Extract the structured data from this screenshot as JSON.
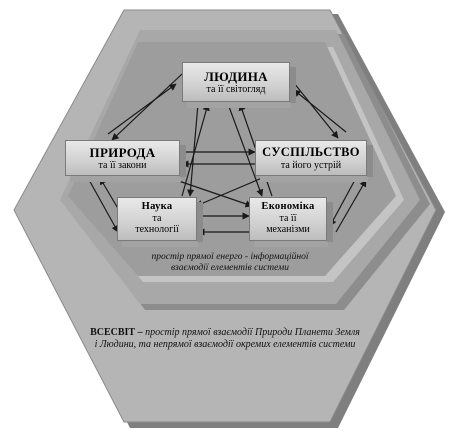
{
  "nodes": {
    "people": {
      "title": "ЛЮДИНА",
      "sub": "та її світогляд"
    },
    "nature": {
      "title": "ПРИРОДА",
      "sub": "та її закони"
    },
    "society": {
      "title": "СУСПІЛЬСТВО",
      "sub": "та його устрій"
    },
    "science": {
      "title": "Наука",
      "sub1": "та",
      "sub2": "технології"
    },
    "economy": {
      "title": "Економіка",
      "sub1": "та її",
      "sub2": "механізми"
    }
  },
  "captions": {
    "inner_line1": "простір прямої енерго - інформаційної",
    "inner_line2": "взаємодії елементів системи",
    "outer_lead": "ВСЕСВІТ –",
    "outer_line1": " простір прямої взаємодії Природи Планети Земля",
    "outer_line2": "і Людини, та непрямої взаємодії окремих елементів системи"
  },
  "colors": {
    "outer_hexagon": "#b5b5b5",
    "middle_hexagon": "#a8a8a8",
    "inner_hexagon": "#9a9a9a",
    "arrow": "#1a1a1a"
  }
}
